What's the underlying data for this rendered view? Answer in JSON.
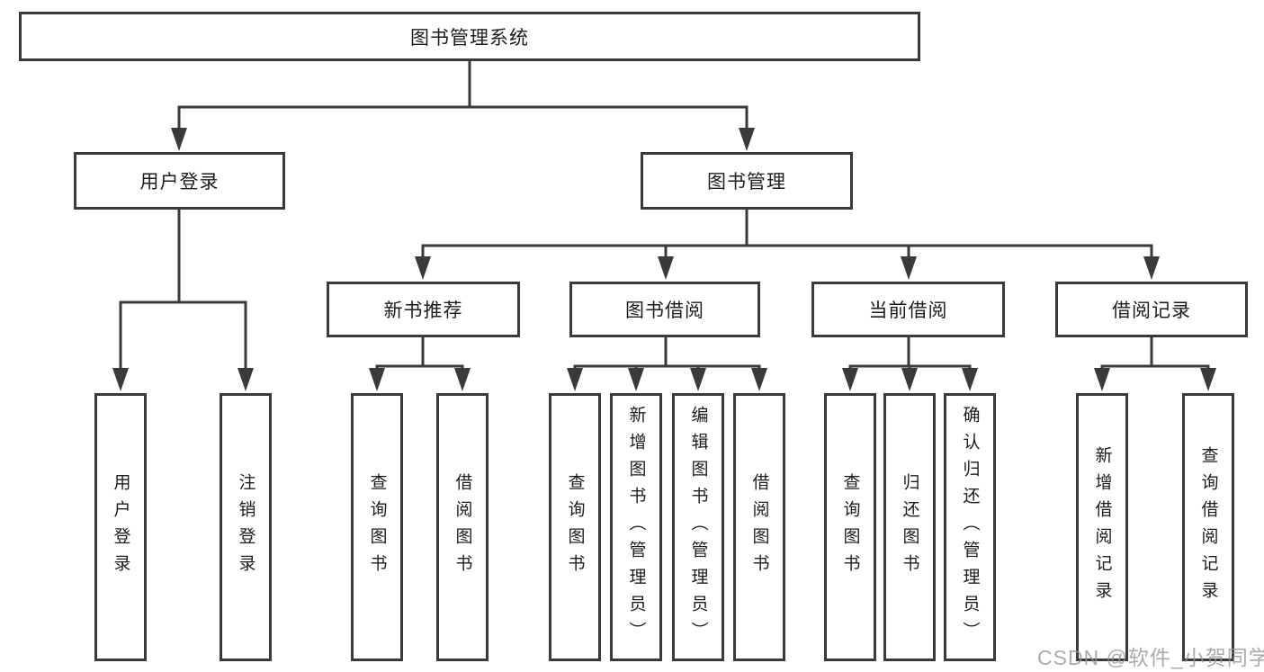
{
  "tree": {
    "label": "图书管理系统",
    "children": [
      {
        "label": "用户登录",
        "children": [
          {
            "label": "用户登录"
          },
          {
            "label": "注销登录"
          }
        ]
      },
      {
        "label": "图书管理",
        "children": [
          {
            "label": "新书推荐",
            "children": [
              {
                "label": "查询图书"
              },
              {
                "label": "借阅图书"
              }
            ]
          },
          {
            "label": "图书借阅",
            "children": [
              {
                "label": "查询图书"
              },
              {
                "label": "新增图书（管理员）"
              },
              {
                "label": "编辑图书（管理员）"
              },
              {
                "label": "借阅图书"
              }
            ]
          },
          {
            "label": "当前借阅",
            "children": [
              {
                "label": "查询图书"
              },
              {
                "label": "归还图书"
              },
              {
                "label": "确认归还（管理员）"
              }
            ]
          },
          {
            "label": "借阅记录",
            "children": [
              {
                "label": "新增借阅记录"
              },
              {
                "label": "查询借阅记录"
              }
            ]
          }
        ]
      }
    ]
  },
  "watermark": "CSDN @软件_小贺同学",
  "colors": {
    "line": "#3a3a3a",
    "text": "#1c1c1c",
    "background": "#ffffff",
    "watermark": "#949494"
  }
}
